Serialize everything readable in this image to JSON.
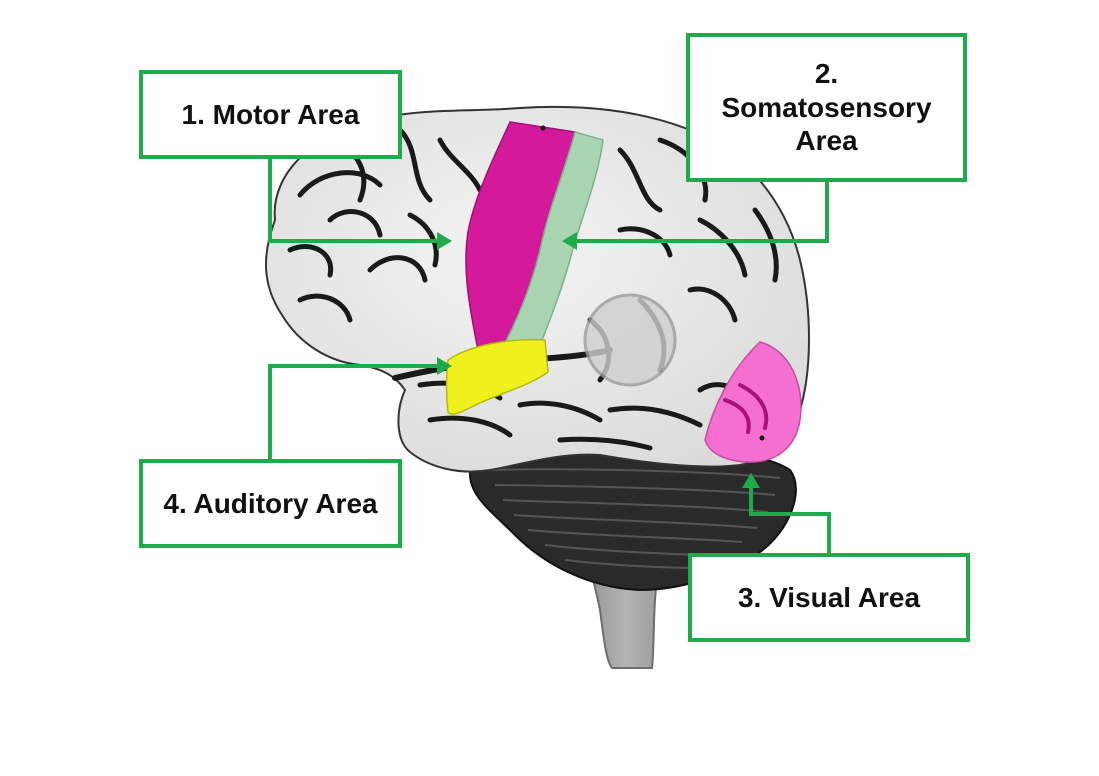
{
  "labels": {
    "motor": "1. Motor Area",
    "somatosensory_line1": "2.",
    "somatosensory_line2": "Somatosensory",
    "somatosensory_line3": "Area",
    "visual": "3. Visual Area",
    "auditory": "4. Auditory Area"
  },
  "colors": {
    "connector": "#1faa4b",
    "motor_region": "#d4199a",
    "somatosensory_region": "#a8d4b2",
    "auditory_region": "#eef21a",
    "visual_region": "#f56fd0",
    "brain_surface": "#e9e9e9",
    "brain_folds": "#1a1a1a",
    "cerebellum": "#2a2a2a",
    "brainstem": "#9a9a9a"
  }
}
